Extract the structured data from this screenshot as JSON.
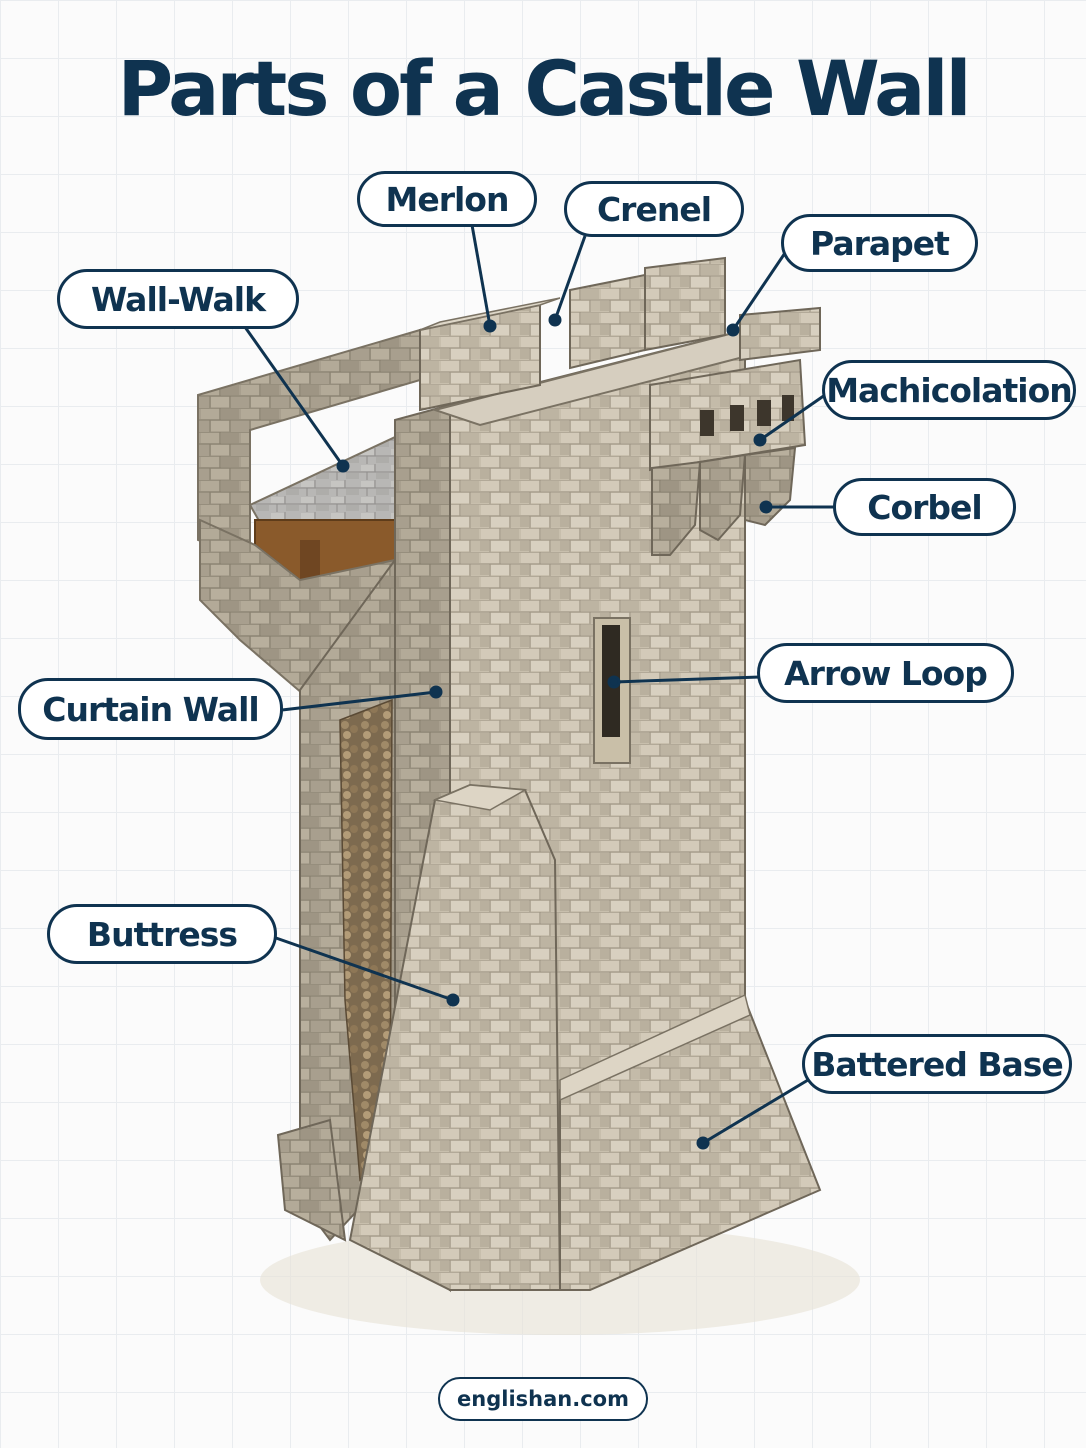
{
  "title": "Parts of a Castle Wall",
  "labels": {
    "merlon": "Merlon",
    "crenel": "Crenel",
    "parapet": "Parapet",
    "wall_walk": "Wall-Walk",
    "machicolation": "Machicolation",
    "corbel": "Corbel",
    "arrow_loop": "Arrow Loop",
    "curtain_wall": "Curtain Wall",
    "buttress": "Buttress",
    "battered_base": "Battered Base"
  },
  "footer": "englishan.com",
  "colors": {
    "accent": "#0f3350",
    "stone_light": "#cfc6b4",
    "stone_mid": "#b5ab98",
    "stone_dark": "#8f877a",
    "timber": "#8a5a2b"
  }
}
